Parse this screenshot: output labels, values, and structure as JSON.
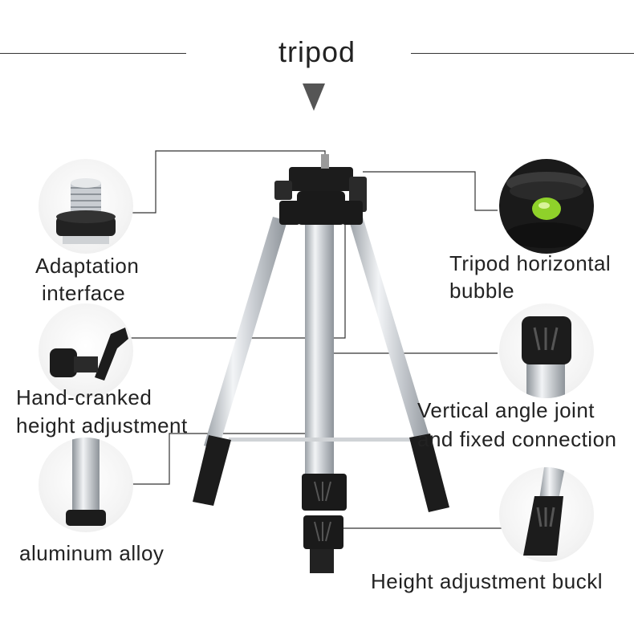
{
  "title": "tripod",
  "labels": {
    "adaptation_line1": "Adaptation",
    "adaptation_line2": "interface",
    "bubble_line1": "Tripod horizontal",
    "bubble_line2": "bubble",
    "crank_line1": "Hand-cranked",
    "crank_line2": "height adjustment",
    "joint_line1": "Vertical angle joint",
    "joint_line2": "and fixed connection",
    "alloy": "aluminum alloy",
    "buckle": "Height adjustment buckl"
  },
  "icons": {
    "arrow": "down-triangle-icon"
  },
  "colors": {
    "text": "#222222",
    "line": "#333333",
    "aluminum": "#c9cdd2",
    "plastic": "#1c1c1c",
    "bubble_green": "#8fd12a"
  }
}
